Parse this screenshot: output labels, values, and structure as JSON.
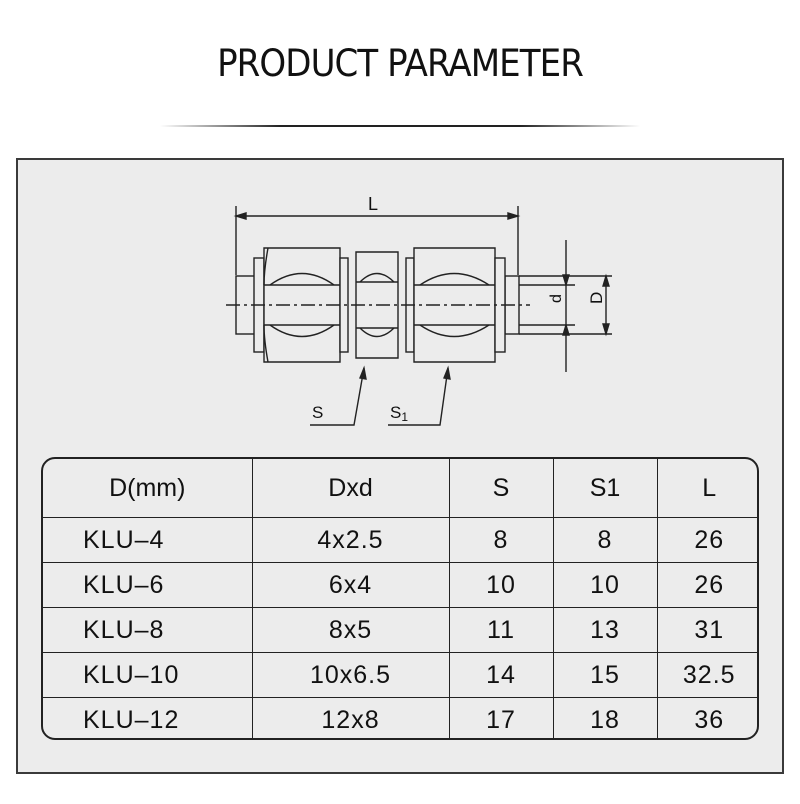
{
  "title": "PRODUCT PARAMETER",
  "diagram": {
    "labels": {
      "L": "L",
      "d": "d",
      "D": "D",
      "S": "S",
      "S1_main": "S",
      "S1_sub": "1"
    }
  },
  "table": {
    "headers": [
      "D(mm)",
      "Dxd",
      "S",
      "S1",
      "L"
    ],
    "rows": [
      [
        "KLU–4",
        "4x2.5",
        "8",
        "8",
        "26"
      ],
      [
        "KLU–6",
        "6x4",
        "10",
        "10",
        "26"
      ],
      [
        "KLU–8",
        "8x5",
        "11",
        "13",
        "31"
      ],
      [
        "KLU–10",
        "10x6.5",
        "14",
        "15",
        "32.5"
      ],
      [
        "KLU–12",
        "12x8",
        "17",
        "18",
        "36"
      ]
    ]
  }
}
